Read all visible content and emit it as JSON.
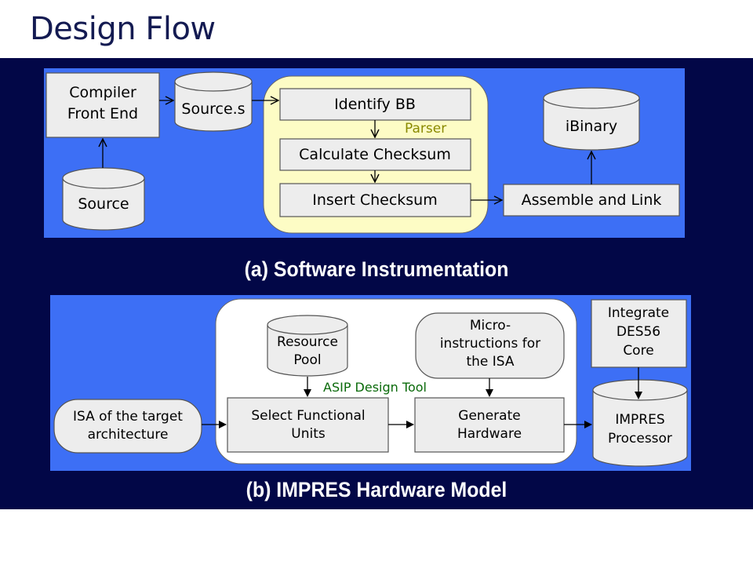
{
  "slide": {
    "title": "Design Flow"
  },
  "software_instrumentation": {
    "caption": "(a) Software Instrumentation",
    "compiler_front_end": [
      "Compiler",
      "Front End"
    ],
    "source_s": "Source.s",
    "source": "Source",
    "parser_label": "Parser",
    "identify_bb": "Identify BB",
    "calculate_checksum": "Calculate Checksum",
    "insert_checksum": "Insert Checksum",
    "ibinary": "iBinary",
    "assemble_and_link": "Assemble and Link"
  },
  "hardware_model": {
    "caption": "(b) IMPRES Hardware Model",
    "resource_pool": [
      "Resource",
      "Pool"
    ],
    "micro_instructions": [
      "Micro-",
      "instructions for",
      "the ISA"
    ],
    "asip_tool_label": "ASIP Design Tool",
    "isa_target": [
      "ISA of the target",
      "architecture"
    ],
    "select_functional_units": [
      "Select Functional",
      "Units"
    ],
    "generate_hardware": [
      "Generate",
      "Hardware"
    ],
    "integrate_des56": [
      "Integrate",
      "DES56",
      "Core"
    ],
    "impres_processor": [
      "IMPRES",
      "Processor"
    ]
  },
  "colors": {
    "background_band": "#020747",
    "panel": "#3d6ff5",
    "parser_region": "#fdfcc5",
    "parser_label": "#8a8a00",
    "asip_label": "#0a6a0a",
    "box_fill": "#ededed",
    "title": "#141b52"
  }
}
